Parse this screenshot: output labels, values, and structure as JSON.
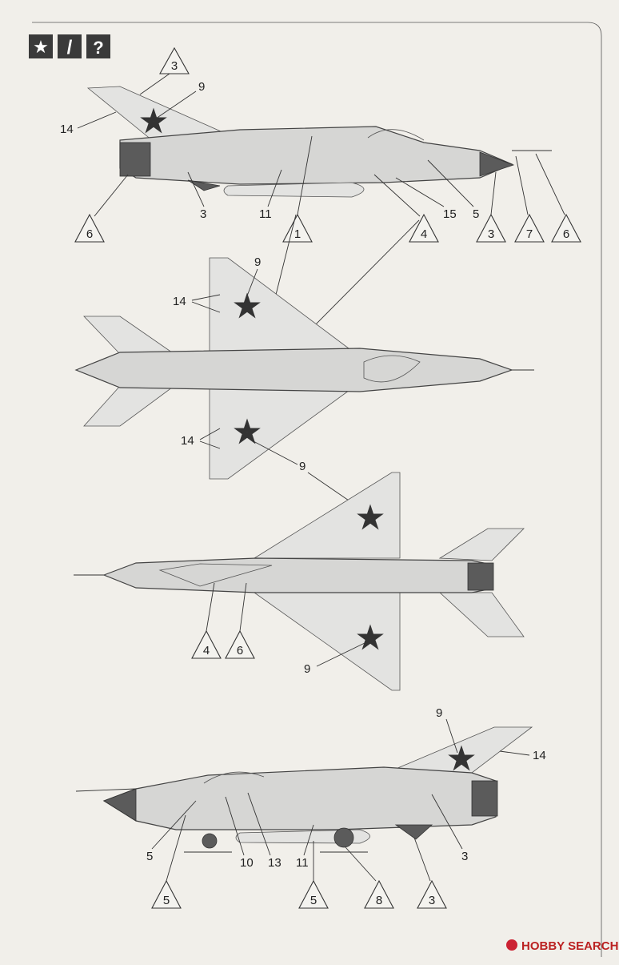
{
  "header_icons": [
    {
      "name": "star-icon",
      "glyph": "★"
    },
    {
      "name": "knife-icon",
      "glyph": "/"
    },
    {
      "name": "question-icon",
      "glyph": "?"
    }
  ],
  "watermark": "HOBBY SEARCH",
  "views": {
    "side_left": {
      "callouts": {
        "c9": "9",
        "c14": "14",
        "c3": "3",
        "c11": "11",
        "c15": "15",
        "c5": "5"
      },
      "triangles": {
        "t3_top": "3",
        "t6_left": "6",
        "t1": "1",
        "t4": "4",
        "t3_right": "3",
        "t7": "7",
        "t6_right": "6"
      }
    },
    "top": {
      "callouts": {
        "c9_top": "9",
        "c14_top": "14",
        "c14_bottom": "14",
        "c9_bottom": "9"
      }
    },
    "bottom": {
      "callouts": {
        "c9": "9"
      },
      "triangles": {
        "t4": "4",
        "t6": "6"
      }
    },
    "side_right": {
      "callouts": {
        "c9": "9",
        "c14": "14",
        "c3": "3",
        "c5": "5",
        "c10": "10",
        "c13": "13",
        "c11": "11"
      },
      "triangles": {
        "t5_left": "5",
        "t5_mid": "5",
        "t8": "8",
        "t3": "3"
      }
    }
  }
}
